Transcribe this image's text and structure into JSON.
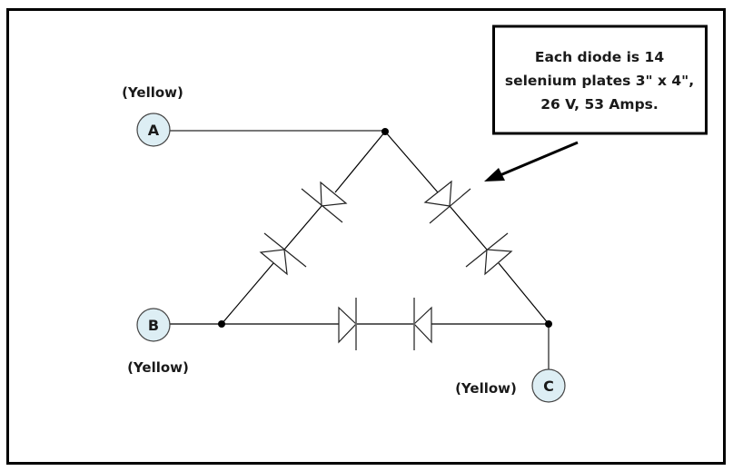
{
  "nodes": {
    "A": {
      "letter": "A",
      "color_label": "(Yellow)"
    },
    "B": {
      "letter": "B",
      "color_label": "(Yellow)"
    },
    "C": {
      "letter": "C",
      "color_label": "(Yellow)"
    }
  },
  "annotation": {
    "lines": [
      "Each diode is 14",
      "selenium plates 3\" x 4\",",
      "26 V, 53 Amps."
    ]
  },
  "diodes": {
    "count": 6,
    "arrangement": "two series diodes on each side of a triangle (delta) between nodes A, B, C"
  },
  "colors": {
    "wire": "#000000",
    "node_fill": "#ddeef4",
    "node_stroke": "#444444",
    "frame": "#000000"
  }
}
